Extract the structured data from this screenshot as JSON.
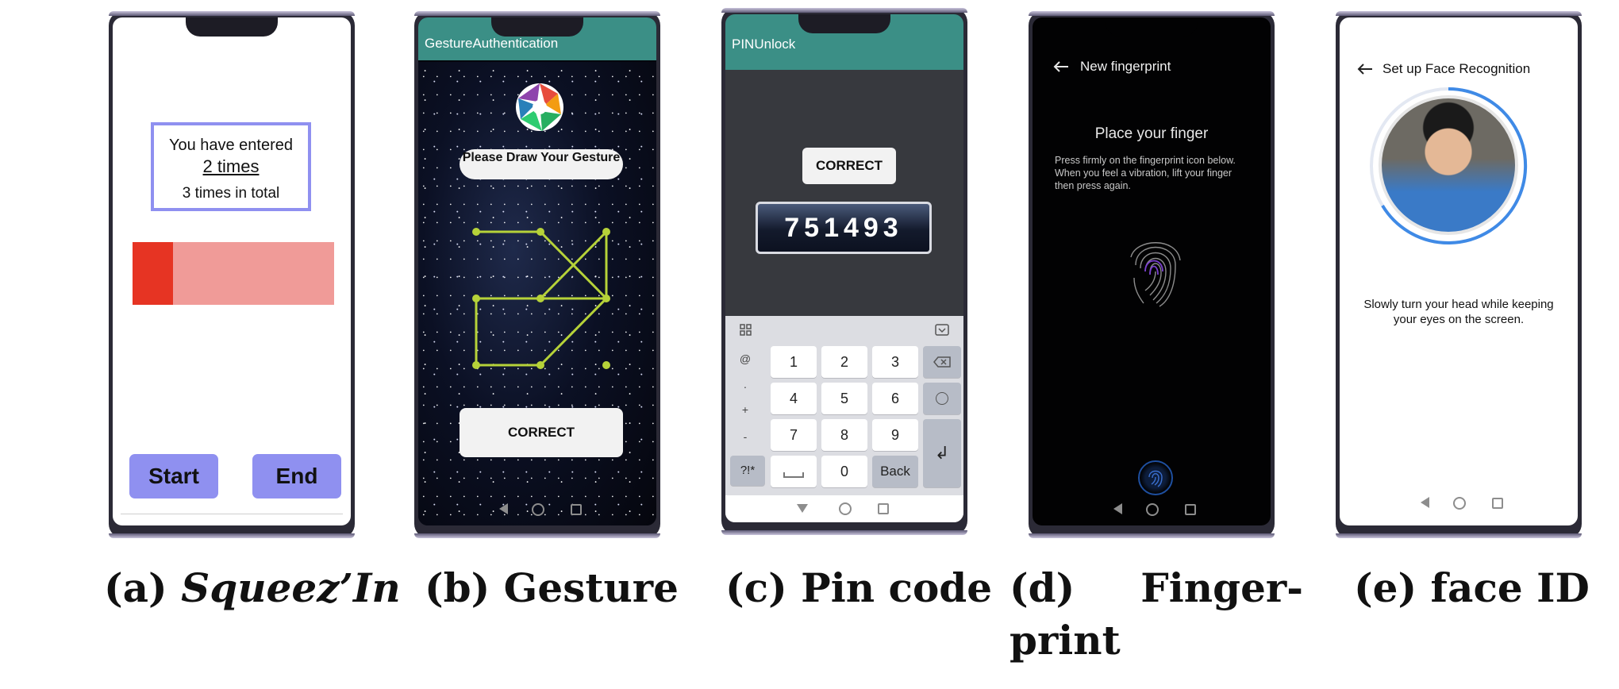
{
  "panels": {
    "a": {
      "entered_line1": "You have entered",
      "entered_count": "2 times",
      "total_line": "3 times in total",
      "progress_fraction": 0.2,
      "start_label": "Start",
      "end_label": "End",
      "caption_prefix": "(a) ",
      "caption_name": "Squeez’In"
    },
    "b": {
      "app_title": "GestureAuthentication",
      "prompt": "Please Draw Your Gesture",
      "correct_label": "CORRECT",
      "caption": "(b) Gesture"
    },
    "c": {
      "app_title": "PINUnlock",
      "correct_label": "CORRECT",
      "pin_display": "751493",
      "keys": [
        "1",
        "2",
        "3",
        "4",
        "5",
        "6",
        "7",
        "8",
        "9",
        "0"
      ],
      "side_keys": [
        "@",
        ".",
        "+",
        "-"
      ],
      "symbols_key": "?!*",
      "back_key": "Back",
      "caption": "(c) Pin code"
    },
    "d": {
      "header": "New fingerprint",
      "title": "Place your finger",
      "instructions": "Press firmly on the fingerprint icon below. When you feel a vibration, lift your finger then press again.",
      "caption_line1": "(d)",
      "caption_line1b": "Finger-",
      "caption_line2": "print"
    },
    "e": {
      "header": "Set up Face Recognition",
      "instructions": "Slowly turn your head while keeping your eyes on the screen.",
      "caption": "(e) face ID"
    }
  },
  "colors": {
    "accent_purple": "#8f90f0",
    "progress_fill": "#e63423",
    "progress_track": "#f09b98",
    "appbar_teal": "#3b8f86"
  }
}
